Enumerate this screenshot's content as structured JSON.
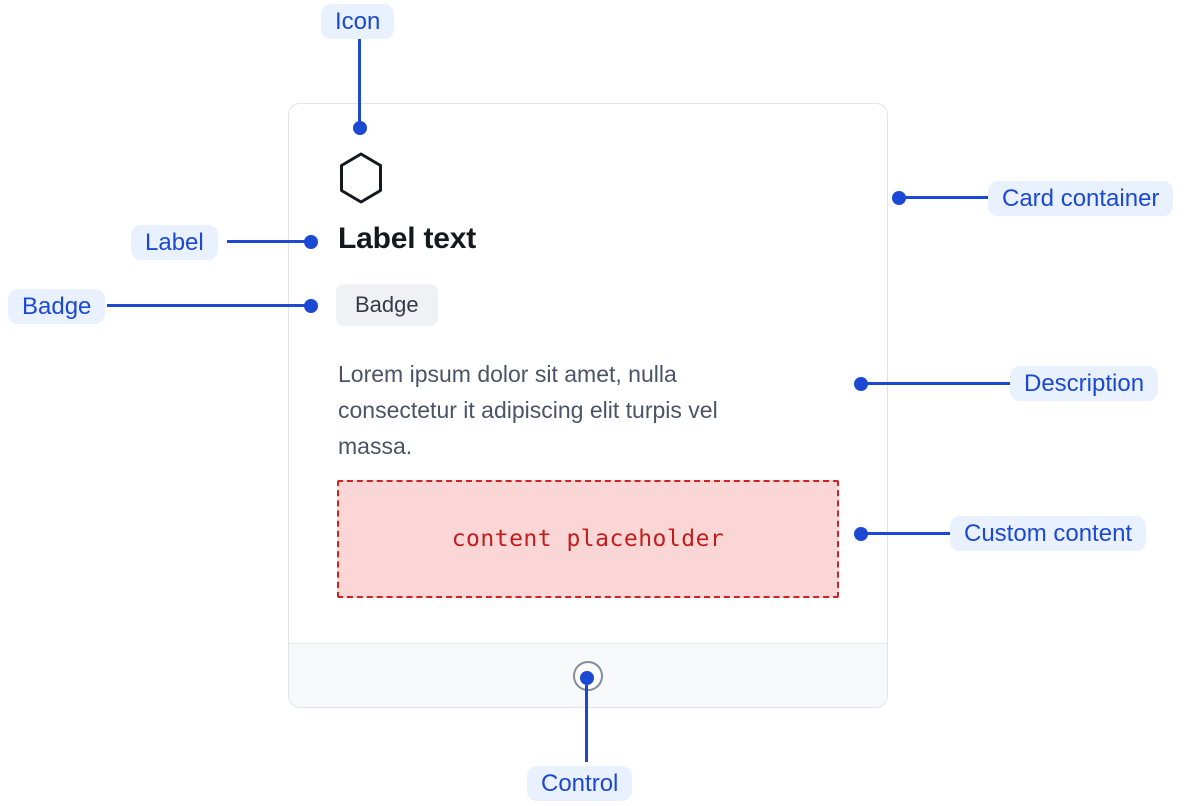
{
  "card": {
    "icon": "hexagon-icon",
    "label": "Label text",
    "badge": "Badge",
    "description": {
      "lines": [
        "Lorem ipsum dolor sit amet, nulla",
        "consectetur it adipiscing elit turpis vel",
        "massa."
      ]
    },
    "custom_content": {
      "placeholder": "content placeholder"
    },
    "control": "circle-control"
  },
  "callouts": {
    "icon": "Icon",
    "label": "Label",
    "badge": "Badge",
    "card_container": "Card container",
    "description": "Description",
    "custom_content": "Custom content",
    "control": "Control"
  },
  "colors": {
    "accent_blue": "#1c49d4",
    "callout_pill_bg": "#e9f0fe",
    "card_border": "#e1e3e8",
    "footer_bg": "#f7f8f9",
    "badge_bg": "#f0f1f4",
    "placeholder_bg": "#fad7d6",
    "placeholder_border": "#cf2323",
    "placeholder_text": "#c11d1d"
  }
}
